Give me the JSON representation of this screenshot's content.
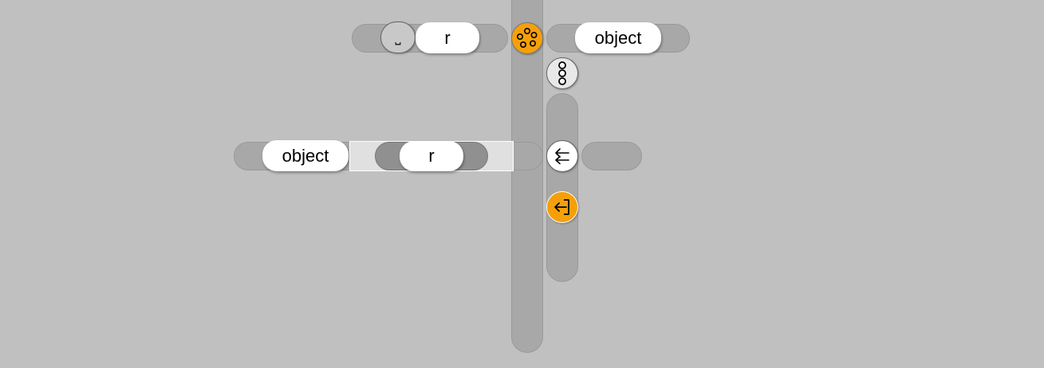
{
  "colors": {
    "background": "#c0c0c0",
    "track": "#a8a8a8",
    "accent_orange": "#f5a00a",
    "pill": "#ffffff",
    "inner_box": "#e0e0e0",
    "dark_toggle": "#909090"
  },
  "top_row": {
    "space_symbol": "⎵",
    "left_pill_label": "r",
    "right_pill_label": "object"
  },
  "middle_row": {
    "left_pill_label": "object",
    "toggle_label": "r"
  },
  "icons": {
    "hub": "dots-ring-icon",
    "menu": "vertical-dots-icon",
    "swap": "swap-arrows-icon",
    "exit": "exit-arrow-icon"
  }
}
